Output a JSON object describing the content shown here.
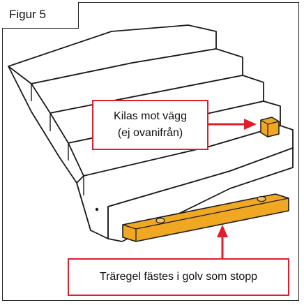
{
  "figure_label": "Figur 5",
  "callouts": {
    "wall": {
      "line1": "Kilas mot vägg",
      "line2": "(ej ovanifrån)"
    },
    "floor": {
      "text": "Träregel fästes i golv som stopp"
    }
  },
  "colors": {
    "outline": "#1a1a1a",
    "wood": "#f0a823",
    "wood_dark": "#c98512",
    "arrow": "#e01d2a"
  }
}
